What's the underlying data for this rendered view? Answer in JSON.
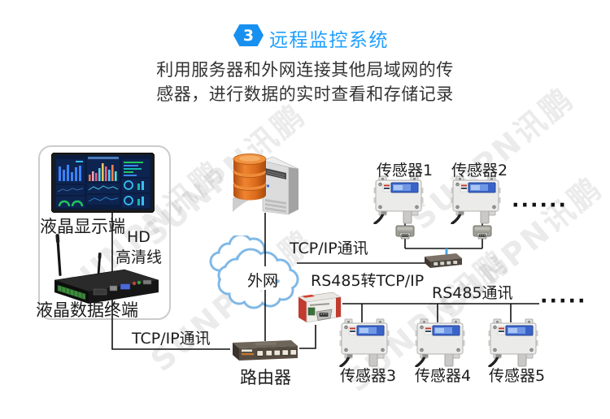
{
  "header": {
    "badge": "3",
    "title": "远程监控系统",
    "subtitle_line1": "利用服务器和外网连接其他局域网的传",
    "subtitle_line2": "感器，进行数据的实时查看和存储记录"
  },
  "diagram": {
    "display_group": {
      "monitor_label": "液晶显示端",
      "hd_line1": "HD",
      "hd_line2": "高清线",
      "terminal_label": "液晶数据终端"
    },
    "cloud_label": "外网",
    "router_label": "路由器",
    "links": {
      "tcpip_top": "TCP/IP通讯",
      "tcpip_bottom": "TCP/IP通讯",
      "rs485_to_tcpip": "RS485转TCP/IP",
      "rs485_bus": "RS485通讯"
    },
    "sensors": [
      {
        "label": "传感器1"
      },
      {
        "label": "传感器2"
      },
      {
        "label": "传感器3"
      },
      {
        "label": "传感器4"
      },
      {
        "label": "传感器5"
      }
    ],
    "ellipsis_top": "······",
    "ellipsis_bottom": "·····"
  },
  "watermark": "SUNPN讯鹏",
  "colors": {
    "title_blue": "#1e9fff",
    "badge_blue": "#1890f0",
    "cloud_stroke": "#7fb8e6",
    "wire_black": "#111111",
    "wire_blue": "#4aa8e8",
    "database_orange": "#e87c28"
  }
}
